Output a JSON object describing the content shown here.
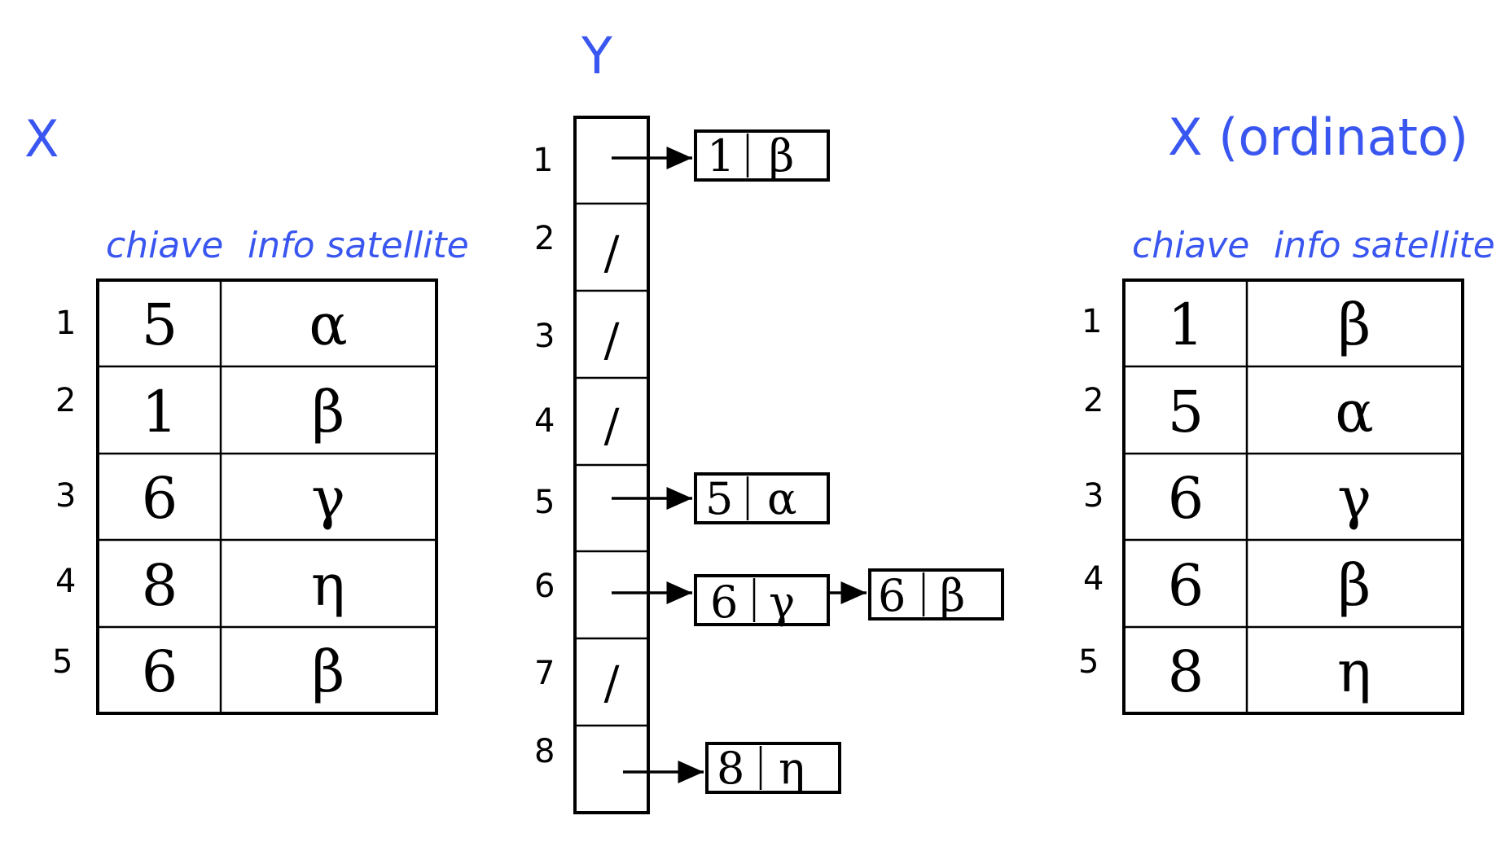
{
  "left_table": {
    "title": "X",
    "col_key": "chiave",
    "col_info": "info satellite",
    "rows": [
      {
        "index": "1",
        "key": "5",
        "info": "α"
      },
      {
        "index": "2",
        "key": "1",
        "info": "β"
      },
      {
        "index": "3",
        "key": "6",
        "info": "γ"
      },
      {
        "index": "4",
        "key": "8",
        "info": "η"
      },
      {
        "index": "5",
        "key": "6",
        "info": "β"
      }
    ]
  },
  "bucket_array": {
    "title": "Y",
    "slots": [
      {
        "index": "1",
        "empty_mark": "",
        "nodes": [
          {
            "key": "1",
            "sep": "|",
            "info": "β"
          }
        ]
      },
      {
        "index": "2",
        "empty_mark": "/",
        "nodes": []
      },
      {
        "index": "3",
        "empty_mark": "/",
        "nodes": []
      },
      {
        "index": "4",
        "empty_mark": "/",
        "nodes": []
      },
      {
        "index": "5",
        "empty_mark": "",
        "nodes": [
          {
            "key": "5",
            "sep": "|",
            "info": "α"
          }
        ]
      },
      {
        "index": "6",
        "empty_mark": "",
        "nodes": [
          {
            "key": "6",
            "sep": "|",
            "info": "γ"
          },
          {
            "key": "6",
            "sep": "|",
            "info": "β"
          }
        ]
      },
      {
        "index": "7",
        "empty_mark": "/",
        "nodes": []
      },
      {
        "index": "8",
        "empty_mark": "",
        "nodes": [
          {
            "key": "8",
            "sep": "|",
            "info": "η"
          }
        ]
      }
    ]
  },
  "right_table": {
    "title": "X (ordinato)",
    "col_key": "chiave",
    "col_info": "info satellite",
    "rows": [
      {
        "index": "1",
        "key": "1",
        "info": "β"
      },
      {
        "index": "2",
        "key": "5",
        "info": "α"
      },
      {
        "index": "3",
        "key": "6",
        "info": "γ"
      },
      {
        "index": "4",
        "key": "6",
        "info": "β"
      },
      {
        "index": "5",
        "key": "8",
        "info": "η"
      }
    ]
  },
  "colors": {
    "label_blue": "#3a56f0",
    "ink": "#000000"
  }
}
